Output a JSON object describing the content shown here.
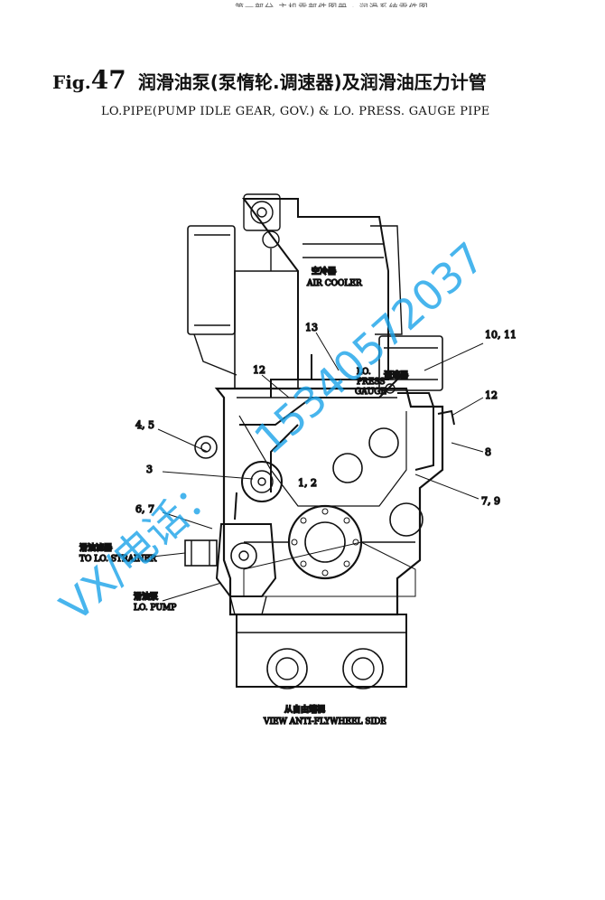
{
  "header": {
    "top_band": "第一部分 主机零部件图册 · 润滑系统零件图",
    "fig_prefix": "Fig.",
    "fig_number": "47",
    "title_cn": "润滑油泵(泵惰轮.调速器)及润滑油压力计管",
    "title_en": "LO.PIPE(PUMP IDLE GEAR, GOV.) & LO. PRESS. GAUGE PIPE"
  },
  "labels": {
    "air_cooler_cn": "空冷器",
    "air_cooler_en": "AIR COOLER",
    "governor_cn": "调速器",
    "press_gauge_1": "LO.",
    "press_gauge_2": "PRESS",
    "press_gauge_3": "GAUGE",
    "callout_13": "13",
    "callout_10_11": "10, 11",
    "callout_12a": "12",
    "callout_12b": "12",
    "callout_4_5": "4, 5",
    "callout_3": "3",
    "callout_1_2": "1, 2",
    "callout_8": "8",
    "callout_7_9": "7, 9",
    "callout_6_7": "6, 7",
    "strainer_cn": "滑油滤器",
    "strainer_en": "TO LO. STRAINER",
    "pump_cn": "滑油泵",
    "pump_en": "LO. PUMP",
    "view_cn": "从自由端视",
    "view_en": "VIEW  ANTI-FLYWHEEL SIDE"
  },
  "watermark": {
    "text_phone": "15340572037",
    "text_contact": "VX/电话：",
    "color": "#1aa3e8"
  },
  "colors": {
    "ink": "#111111",
    "watermark": "#1aa3e8",
    "background": "#ffffff"
  }
}
